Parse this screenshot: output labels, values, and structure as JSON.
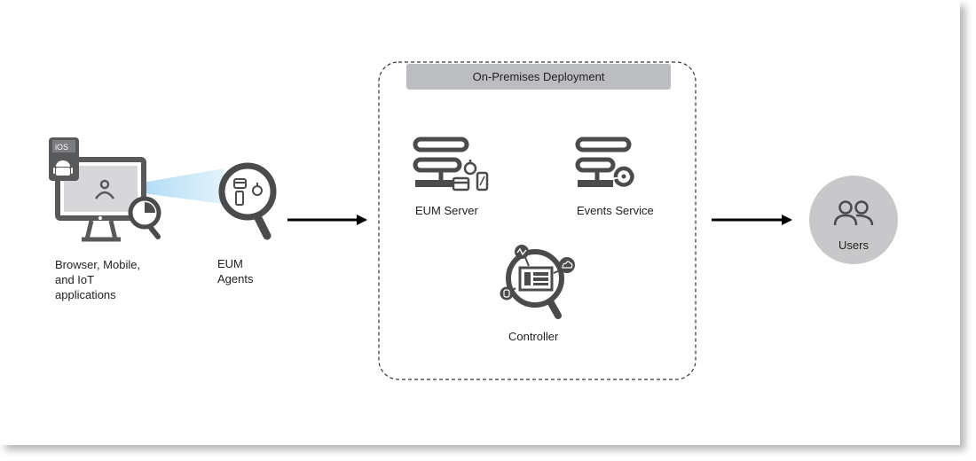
{
  "deployment": {
    "title": "On-Premises Deployment"
  },
  "nodes": {
    "apps": {
      "label": "Browser, Mobile,\nand IoT\napplications",
      "badge": "iOS"
    },
    "agents": {
      "label": "EUM\nAgents"
    },
    "eum_server": {
      "label": "EUM Server"
    },
    "events_service": {
      "label": "Events Service"
    },
    "controller": {
      "label": "Controller"
    },
    "users": {
      "label": "Users"
    }
  },
  "colors": {
    "icon_dark": "#4a4b4d",
    "icon_mid": "#58595b",
    "banner": "#bcbdc0",
    "users_circle": "#c8c8ca",
    "beam": "#bde3f7",
    "arrow": "#000000"
  }
}
